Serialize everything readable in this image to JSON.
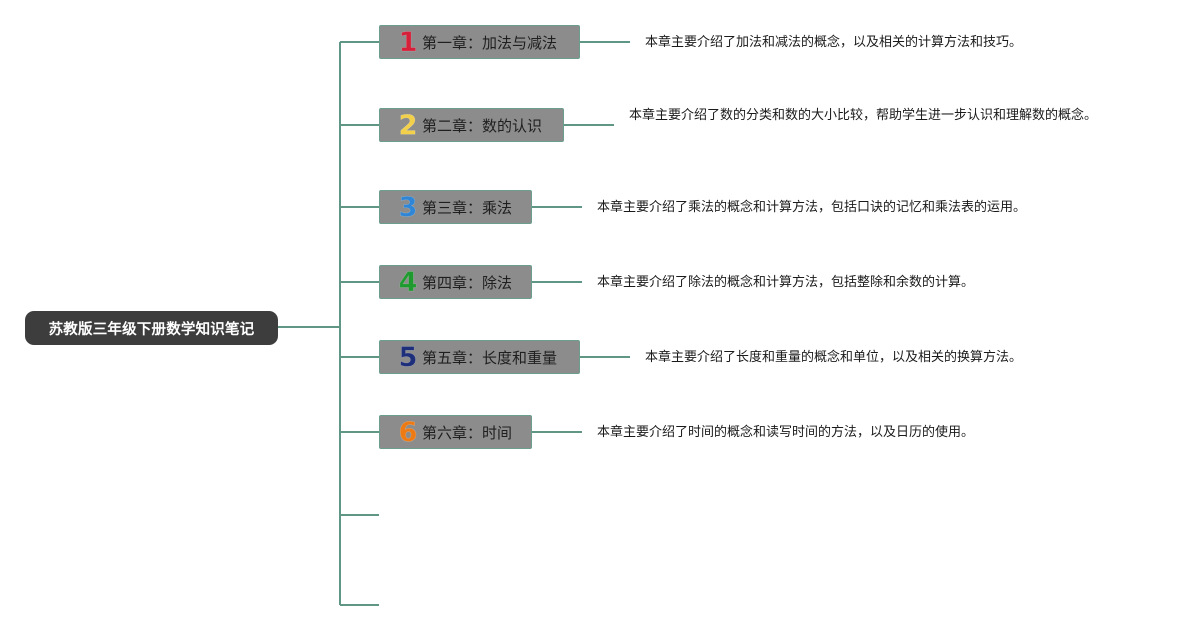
{
  "root": {
    "title": "苏教版三年级下册数学知识笔记"
  },
  "chapters": [
    {
      "number": "1",
      "number_color": "#d6203a",
      "title": "第一章：加法与减法",
      "description": "本章主要介绍了加法和减法的概念，以及相关的计算方法和技巧。"
    },
    {
      "number": "2",
      "number_color": "#f2d04a",
      "title": "第二章：数的认识",
      "description": "本章主要介绍了数的分类和数的大小比较，帮助学生进一步认识和理解数的概念。"
    },
    {
      "number": "3",
      "number_color": "#2f86d6",
      "title": "第三章：乘法",
      "description": "本章主要介绍了乘法的概念和计算方法，包括口诀的记忆和乘法表的运用。"
    },
    {
      "number": "4",
      "number_color": "#1f9a2e",
      "title": "第四章：除法",
      "description": "本章主要介绍了除法的概念和计算方法，包括整除和余数的计算。"
    },
    {
      "number": "5",
      "number_color": "#1d2e7a",
      "title": "第五章：长度和重量",
      "description": "本章主要介绍了长度和重量的概念和单位，以及相关的换算方法。"
    },
    {
      "number": "6",
      "number_color": "#ee7a14",
      "title": "第六章：时间",
      "description": "本章主要介绍了时间的概念和读写时间的方法，以及日历的使用。"
    }
  ],
  "colors": {
    "connector": "#5f9686",
    "root_bg": "#3d3d3d",
    "chapter_bg": "#8c8c8c"
  }
}
